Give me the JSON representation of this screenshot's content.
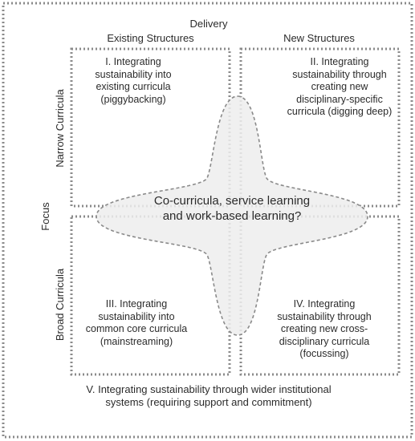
{
  "delivery_label": "Delivery",
  "focus_label": "Focus",
  "existing_label": "Existing Structures",
  "new_label": "New Structures",
  "narrow_label": "Narrow Curricula",
  "broad_label": "Broad Curricula",
  "quadrants": {
    "q1": "I. Integrating sustainability into existing curricula (piggybacking)",
    "q2": "II. Integrating sustainability through creating new disciplinary-specific curricula (digging deep)",
    "q3": "III. Integrating sustainability into common core curricula (mainstreaming)",
    "q4": "IV. Integrating sustainability through creating new cross-disciplinary curricula (focussing)"
  },
  "center_text": "Co-curricula, service learning and work-based learning?",
  "bottom_text": "V. Integrating sustainability through wider institutional systems (requiring support and commitment)"
}
